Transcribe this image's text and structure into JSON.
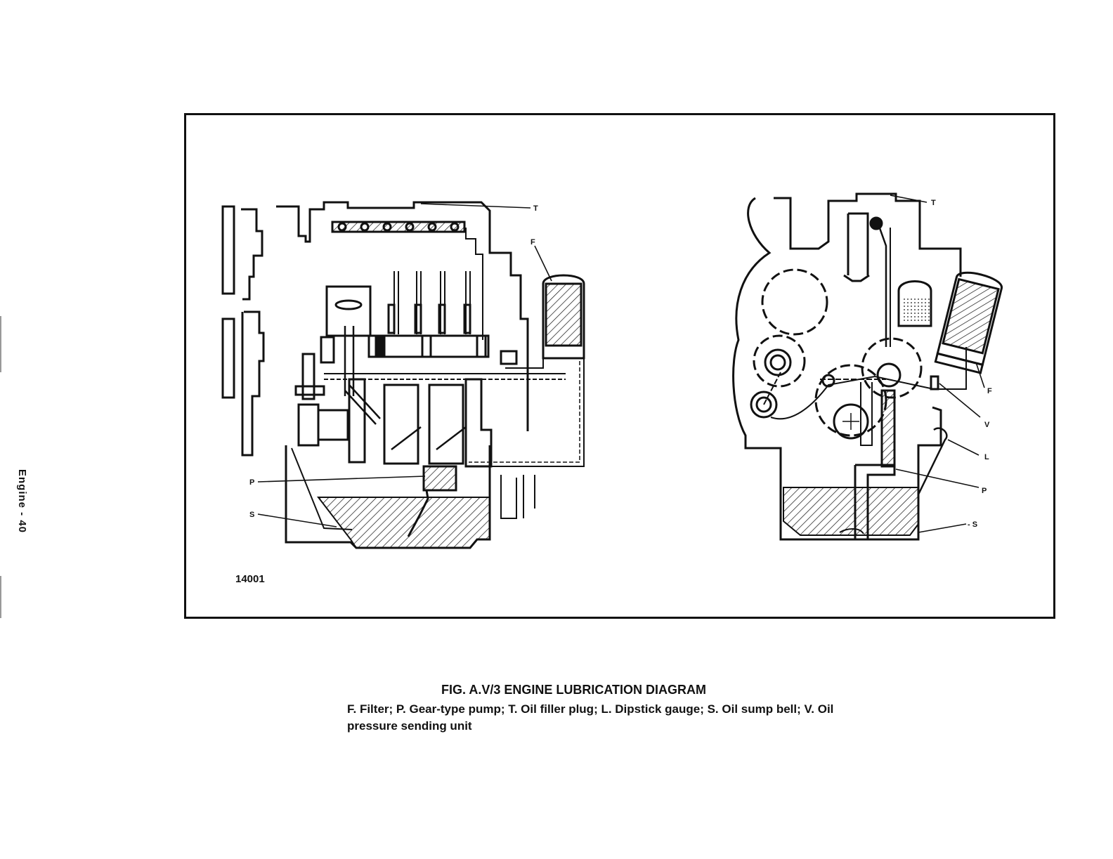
{
  "page": {
    "side_label": "Engine - 40"
  },
  "figure": {
    "code": "14001",
    "left_view_labels": {
      "T": "T",
      "F": "F",
      "P": "P",
      "S": "S"
    },
    "right_view_labels": {
      "T": "T",
      "F": "F",
      "V": "V",
      "L": "L",
      "P": "P",
      "S": "- S"
    }
  },
  "caption": {
    "title": "FIG. A.V/3  ENGINE LUBRICATION DIAGRAM",
    "body": "F. Filter; P. Gear-type pump; T. Oil filler plug; L. Dipstick gauge; S. Oil sump bell; V. Oil pressure sending unit"
  }
}
